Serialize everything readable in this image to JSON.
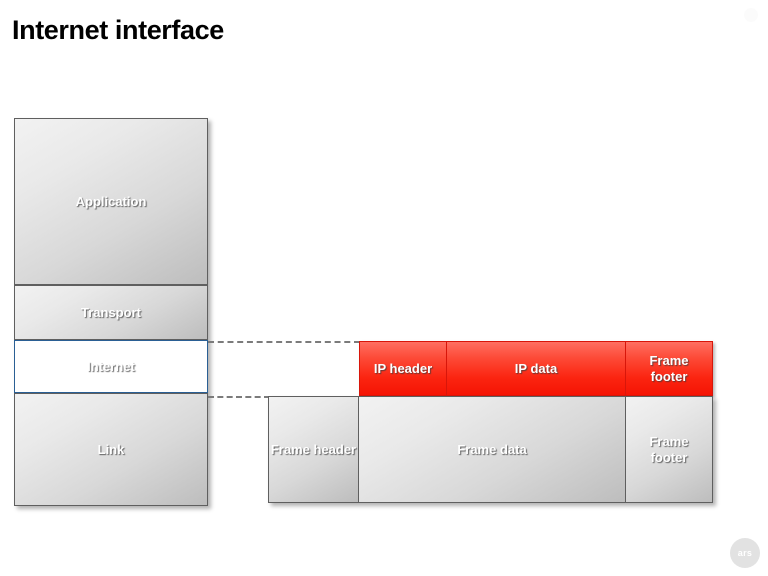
{
  "page": {
    "title": "Internet interface",
    "background_color": "#ffffff"
  },
  "colors": {
    "highlight_blue": "#2f77c6",
    "packet_red": "#fb2410",
    "block_grey": "#d8d8d8",
    "border_grey": "#5f5f5f",
    "text_white": "#ffffff",
    "dash_grey": "#7b7b7b"
  },
  "stack": {
    "name": "tcp-ip-layer-stack",
    "layers": [
      {
        "id": "application",
        "label": "Application",
        "highlighted": false
      },
      {
        "id": "transport",
        "label": "Transport",
        "highlighted": false
      },
      {
        "id": "internet",
        "label": "Internet",
        "highlighted": true
      },
      {
        "id": "link",
        "label": "Link",
        "highlighted": false
      }
    ]
  },
  "ip_row": {
    "name": "ip-packet-row",
    "cells": [
      {
        "id": "ip-header",
        "label": "IP header"
      },
      {
        "id": "ip-data",
        "label": "IP data"
      },
      {
        "id": "frame-footer",
        "label": "Frame footer"
      }
    ]
  },
  "frame_row": {
    "name": "link-frame-row",
    "cells": [
      {
        "id": "frame-header",
        "label": "Frame header"
      },
      {
        "id": "frame-data",
        "label": "Frame data"
      },
      {
        "id": "frame-footer",
        "label": "Frame footer"
      }
    ]
  },
  "watermark": {
    "label": "ars"
  }
}
